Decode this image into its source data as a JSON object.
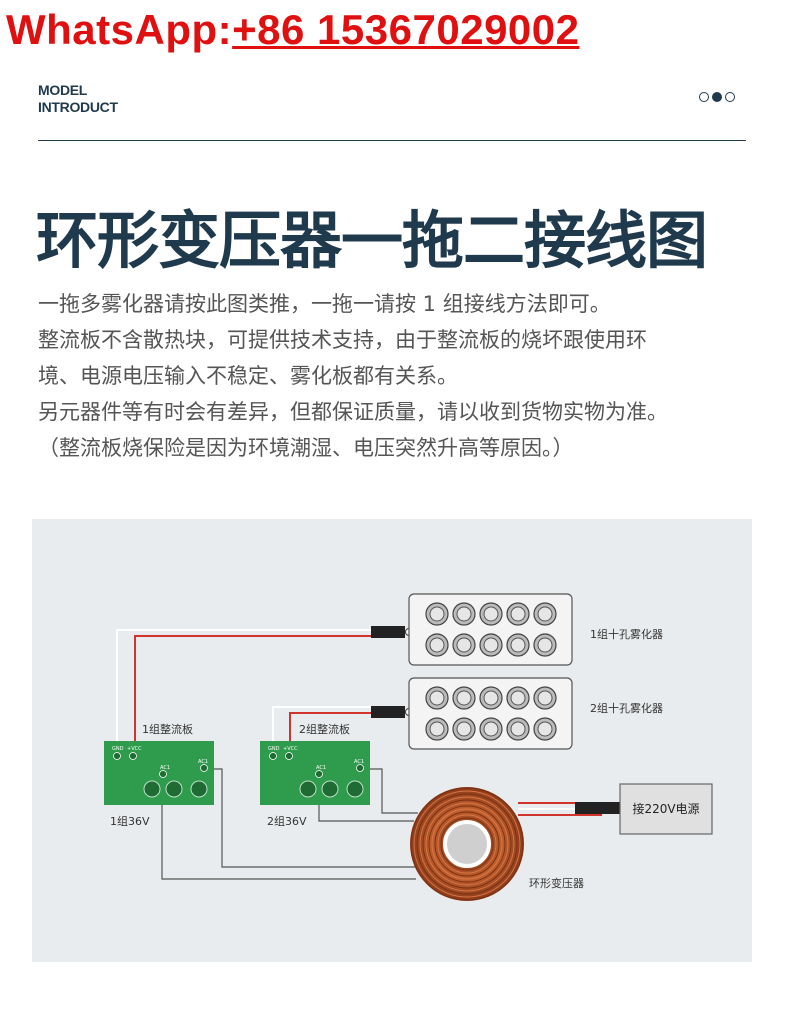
{
  "watermark": {
    "prefix": "WhatsApp:",
    "number": "+86 15367029002"
  },
  "header": {
    "model_line1": "MODEL",
    "model_line2": "INTRODUCT",
    "dots": [
      "empty",
      "filled",
      "empty"
    ]
  },
  "title": "环形变压器一拖二接线图",
  "description": [
    "一拖多雾化器请按此图类推，一拖一请按 1 组接线方法即可。",
    "整流板不含散热块，可提供技术支持，由于整流板的烧坏跟使用环",
    "境、电源电压输入不稳定、雾化板都有关系。",
    "另元器件等有时会有差异，但都保证质量，请以收到货物实物为准。",
    "（整流板烧保险是因为环境潮湿、电压突然升高等原因。）"
  ],
  "diagram": {
    "atomizer1_label": "1组十孔雾化器",
    "atomizer2_label": "2组十孔雾化器",
    "board1_label": "1组整流板",
    "board2_label": "2组整流板",
    "board_pins": {
      "gnd": "GND",
      "vcc": "+VCC",
      "ac1": "AC1",
      "ac2": "AC1"
    },
    "board1_voltage": "1组36V",
    "board2_voltage": "2组36V",
    "power_label": "接220V电源",
    "transformer_label": "环形变压器",
    "colors": {
      "board_green": "#2e9c4c",
      "wire_red": "#d0342c",
      "wire_white": "#ffffff",
      "wire_dark": "#555555",
      "coil": "#b5532a"
    }
  }
}
